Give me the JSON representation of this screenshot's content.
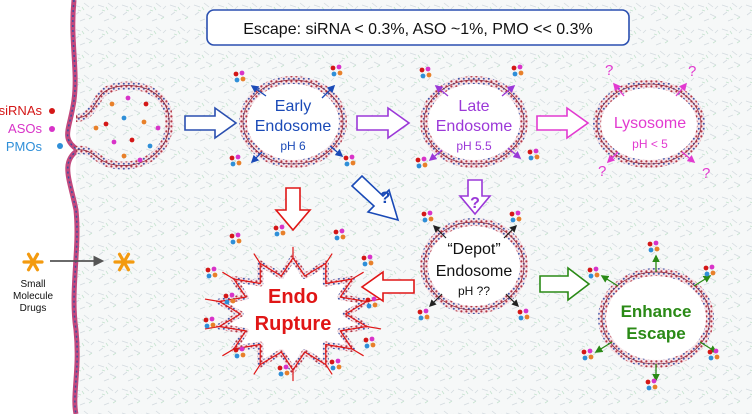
{
  "banner": {
    "text": "Escape: siRNA < 0.3%,  ASO ~1%,  PMO << 0.3%"
  },
  "legend": {
    "sirna": {
      "label": "siRNAs",
      "color": "#d41717"
    },
    "aso": {
      "label": "ASOs",
      "color": "#d833c8"
    },
    "pmo": {
      "label": "PMOs",
      "color": "#2f8fd8"
    }
  },
  "small_molecule": {
    "label_1": "Small",
    "label_2": "Molecule",
    "label_3": "Drugs",
    "color": "#f39a0f"
  },
  "early_endosome": {
    "line_1": "Early",
    "line_2": "Endosome",
    "ph": "pH 6",
    "color": "#1a4ab7"
  },
  "late_endosome": {
    "line_1": "Late",
    "line_2": "Endosome",
    "ph": "pH 5.5",
    "color": "#9b38d8"
  },
  "lysosome": {
    "line_1": "Lysosome",
    "ph": "pH < 5",
    "question": "?",
    "color": "#e23ad0"
  },
  "depot_endosome": {
    "line_1": "“Depot”",
    "line_2": "Endosome",
    "ph": "pH ??"
  },
  "rupture": {
    "line_1": "Endo",
    "line_2": "Rupture",
    "color": "#e01616"
  },
  "escape": {
    "line_1": "Enhance",
    "line_2": "Escape",
    "color": "#2a8a16"
  },
  "question_mark": "?"
}
